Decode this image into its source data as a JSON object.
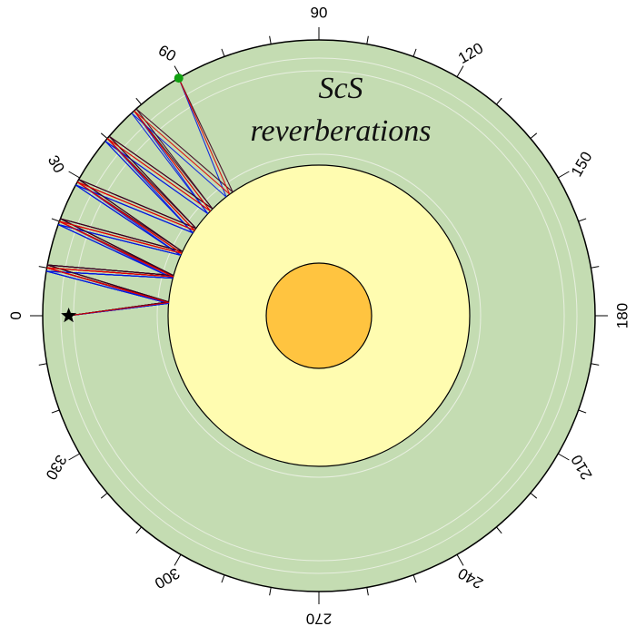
{
  "title": {
    "line1": "ScS",
    "line2": "reverberations"
  },
  "angle_labels": [
    "0",
    "30",
    "60",
    "90",
    "120",
    "150",
    "180",
    "210",
    "240",
    "270",
    "300",
    "330"
  ],
  "colors": {
    "mantle": "#c4dcb2",
    "outer_core": "#fffcb0",
    "inner_core": "#ffc440",
    "boundary": "#000000",
    "reference_circle": "#e8efe0",
    "ray_red": "#e00000",
    "ray_blue": "#0018e0",
    "ray_dark": "#3a0020",
    "source": "#000000",
    "receiver": "#11a011"
  },
  "source": {
    "label": "source-star",
    "angle_deg": 0,
    "depth_km": 600
  },
  "receiver": {
    "label": "receiver-station",
    "angle_deg": 59.5
  },
  "earth_radii_km": {
    "surface": 6371,
    "cmb": 3480,
    "icb": 1220
  },
  "ray_waypoints_deg": [
    10,
    20,
    29,
    40,
    48,
    59.5
  ]
}
